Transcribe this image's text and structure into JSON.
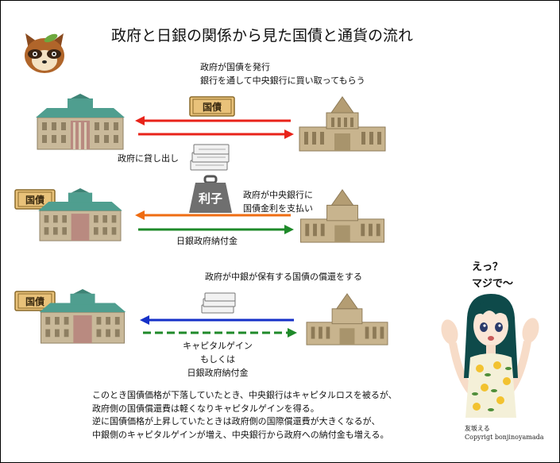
{
  "title": "政府と日銀の関係から見た国債と通貨の流れ",
  "top_note": {
    "line1": "政府が国債を発行",
    "line2": "銀行を通して中央銀行に買い取ってもらう"
  },
  "lending_label": "政府に貸し出し",
  "bond_badge": "国債",
  "interest_weight": "利子",
  "interest_note": {
    "line1": "政府が中央銀行に",
    "line2": "国債金利を支払い"
  },
  "payment_label": "日銀政府納付金",
  "redeem_note": "政府が中銀が保有する国債の償還をする",
  "gain_note": {
    "line1": "キャピタルゲイン",
    "line2": "もしくは",
    "line3": "日銀政府納付金"
  },
  "speech": {
    "line1": "えっ？",
    "line2": "マジで～"
  },
  "explanation": {
    "line1": "このとき国債価格が下落していたとき、中央銀行はキャピタルロスを被るが、",
    "line2": "政府側の国債償還費は軽くなりキャピタルゲインを得る。",
    "line3": "逆に国債価格が上昇していたときは政府側の国際償還費が大きくなるが、",
    "line4": "中銀側のキャピタルゲインが増え、中央銀行から政府への納付金も増える。"
  },
  "credit": {
    "name": "友坂える",
    "copyright": "Copyrigt bonjinoyamada"
  },
  "colors": {
    "red_arrow": "#e8231a",
    "orange_arrow": "#ef6c12",
    "green_arrow": "#1f8a2a",
    "blue_arrow": "#1530c8",
    "bank_roof": "#4f9e8f",
    "bank_wall": "#c9b99a",
    "diet_wall": "#c8b48e",
    "bond_paper": "#e9c27a",
    "weight": "#6f6f6f"
  }
}
